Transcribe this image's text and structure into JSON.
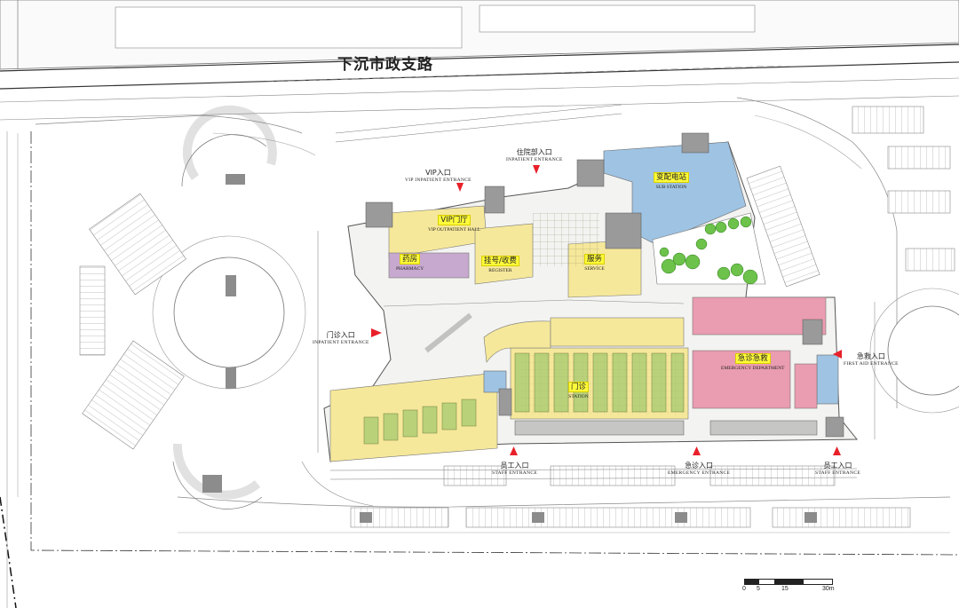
{
  "road": "下沉市政支路",
  "entrances": {
    "vip": {
      "cn": "VIP入口",
      "en": "VIP INPATIENT ENTRANCE"
    },
    "inpatient_top": {
      "cn": "住院部入口",
      "en": "INPATIENT ENTRANCE"
    },
    "outpatient": {
      "cn": "门诊入口",
      "en": "INPATIENT ENTRANCE"
    },
    "first_aid": {
      "cn": "急救入口",
      "en": "FIRST AID ENTRANCE"
    },
    "staff_1": {
      "cn": "员工入口",
      "en": "STAFF ENTRANCE"
    },
    "emergency": {
      "cn": "急诊入口",
      "en": "EMERGENCY ENTRANCE"
    },
    "staff_2": {
      "cn": "员工入口",
      "en": "STAFF ENTRANCE"
    }
  },
  "zones": {
    "vip_hall": {
      "cn": "VIP门厅",
      "en": "VIP OUTPATIENT HALL"
    },
    "pharmacy": {
      "cn": "药房",
      "en": "PHARMACY"
    },
    "register": {
      "cn": "挂号/收费",
      "en": "REGISTER"
    },
    "service": {
      "cn": "服务",
      "en": "SERVICE"
    },
    "substation": {
      "cn": "变配电站",
      "en": "SUB STATION"
    },
    "emergency": {
      "cn": "急诊急救",
      "en": "EMERGENCY DEPARTMENT"
    },
    "clinic": {
      "cn": "门诊",
      "en": "STATION"
    }
  },
  "scale": {
    "labels": [
      "0",
      "5",
      "15",
      "30m"
    ]
  },
  "colors": {
    "yellow": "#f6e89a",
    "green": "#b9d27a",
    "blue": "#9fc3e3",
    "pink": "#ea9cb0",
    "purple": "#c7a9cf",
    "tree": "#6cc24a",
    "entrance": "#e8202a"
  }
}
